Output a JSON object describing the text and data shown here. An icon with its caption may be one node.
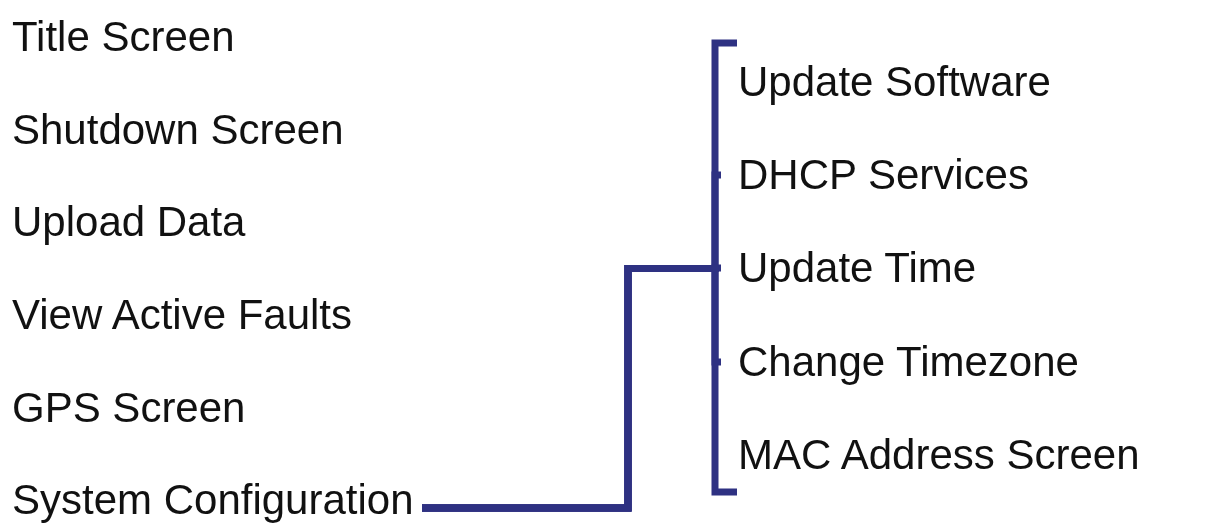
{
  "diagram": {
    "nodes": [
      {
        "text": [
          "Title Screen"
        ]
      },
      {
        "text": [
          "Shutdown Screen"
        ]
      },
      {
        "text": [
          "Upload Data"
        ]
      },
      {
        "text": [
          "View Active Faults"
        ]
      },
      {
        "text": [
          "GPS Screen"
        ]
      },
      {
        "text": [
          "System Configuration"
        ]
      },
      {
        "text": [
          "Update Software"
        ]
      },
      {
        "text": [
          "DHCP Services"
        ]
      },
      {
        "text": [
          "Update Time"
        ]
      },
      {
        "text": [
          "Change Timezone"
        ]
      },
      {
        "text": [
          "MAC Address Screen"
        ]
      }
    ],
    "edges": [
      {
        "from": 5,
        "to": 6,
        "arrow": "none"
      },
      {
        "from": 5,
        "to": 7,
        "arrow": "none"
      },
      {
        "from": 5,
        "to": 8,
        "arrow": "none"
      },
      {
        "from": 5,
        "to": 9,
        "arrow": "none"
      },
      {
        "from": 5,
        "to": 10,
        "arrow": "none"
      }
    ]
  }
}
